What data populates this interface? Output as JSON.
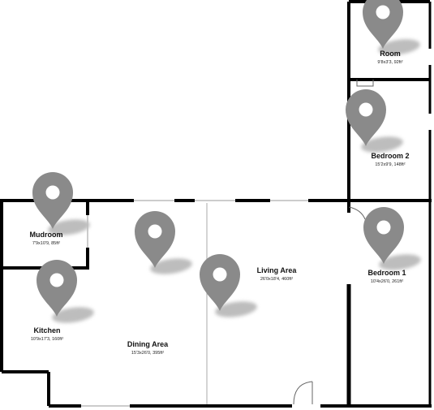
{
  "rooms": {
    "room": {
      "name": "Room",
      "dims": "9'8x3'3, 92ft²"
    },
    "bedroom2": {
      "name": "Bedroom 2",
      "dims": "15'2x9'9, 148ft²"
    },
    "mudroom": {
      "name": "Mudroom",
      "dims": "7'9x10'9, 85ft²"
    },
    "dining": {
      "name": "Dining Area",
      "dims": "15'3x26'0, 395ft²"
    },
    "living": {
      "name": "Living Area",
      "dims": "26'0x18'4, 460ft²"
    },
    "bedroom1": {
      "name": "Bedroom 1",
      "dims": "10'4x26'0, 261ft²"
    },
    "kitchen": {
      "name": "Kitchen",
      "dims": "10'9x17'3, 160ft²"
    }
  },
  "colors": {
    "wall": "#000000",
    "pin": "#8a8a8a",
    "pin_shadow": "#bdbdbd"
  },
  "icons": {
    "marker": "map-pin-icon"
  }
}
